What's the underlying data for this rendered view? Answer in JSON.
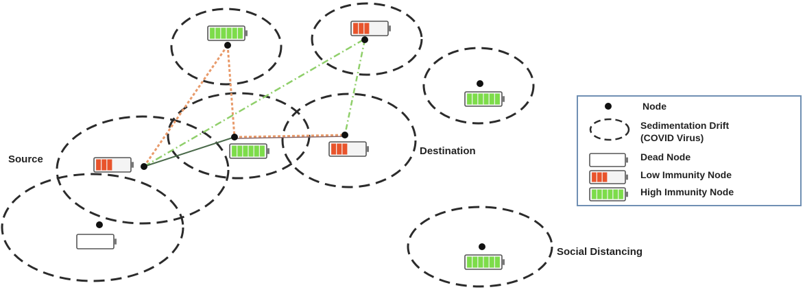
{
  "colors": {
    "high": "#7ddc4a",
    "low": "#e8542c",
    "dead": "#ffffff",
    "path_orange": "#e89a6a",
    "path_green": "#8fcf6a",
    "path_dark": "#4a6a4a"
  },
  "labels": {
    "source": "Source",
    "destination": "Destination",
    "social_distancing": "Social Distancing"
  },
  "legend": {
    "node": "Node",
    "drift_line1": "Sedimentation Drift",
    "drift_line2": "(COVID Virus)",
    "dead": "Dead Node",
    "low": "Low Immunity  Node",
    "high": "High Immunity  Node"
  },
  "nodes": [
    {
      "id": "source",
      "status": "low"
    },
    {
      "id": "center",
      "status": "high"
    },
    {
      "id": "destination",
      "status": "low"
    },
    {
      "id": "top-left",
      "status": "high"
    },
    {
      "id": "top-right",
      "status": "low"
    },
    {
      "id": "far-right",
      "status": "high"
    },
    {
      "id": "bottom-left",
      "status": "dead"
    },
    {
      "id": "social-distancing",
      "status": "high"
    }
  ]
}
